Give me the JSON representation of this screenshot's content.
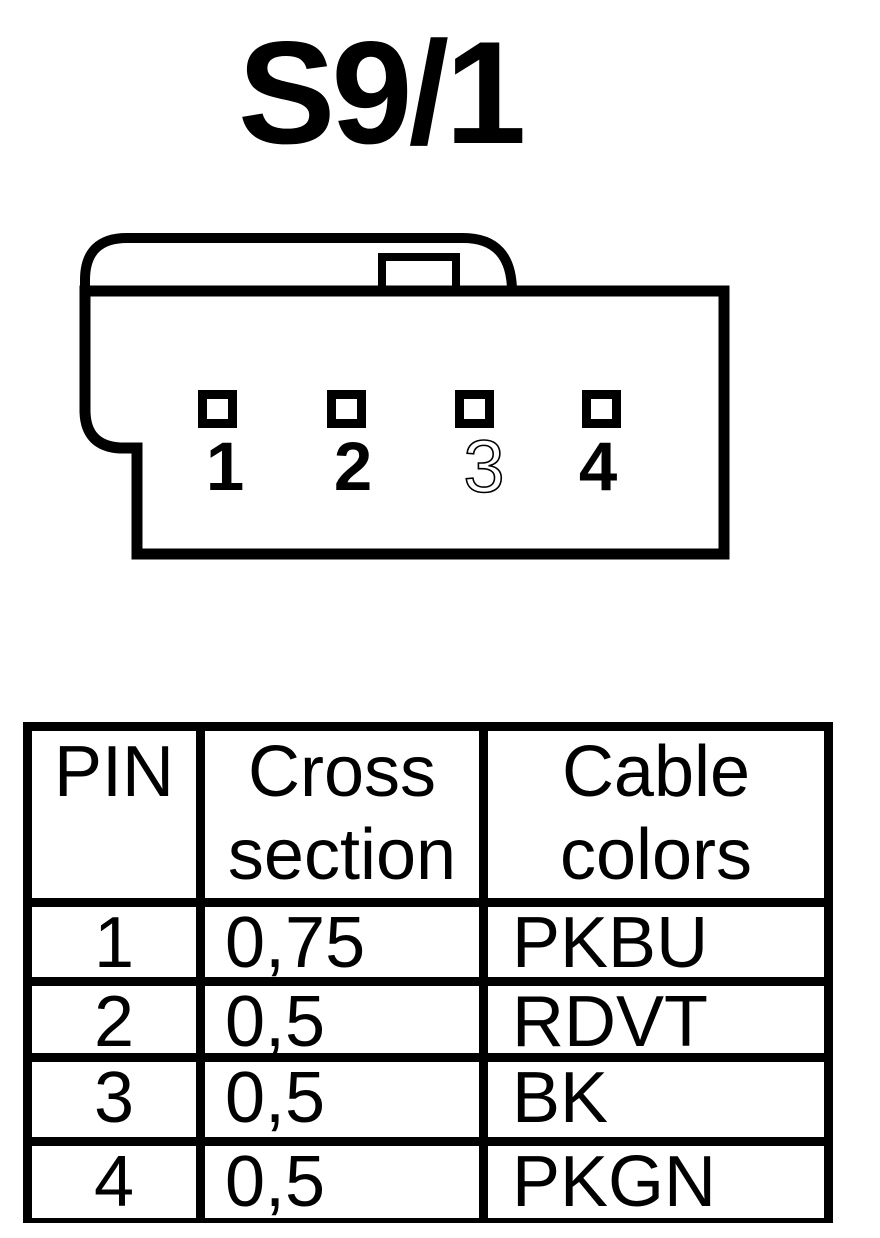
{
  "title": "S9/1",
  "colors": {
    "ink": "#000000",
    "background": "#ffffff"
  },
  "connector": {
    "pins": [
      {
        "number": "1",
        "style": "solid"
      },
      {
        "number": "2",
        "style": "solid"
      },
      {
        "number": "3",
        "style": "outline"
      },
      {
        "number": "4",
        "style": "solid"
      }
    ]
  },
  "table": {
    "headers": [
      "PIN",
      "Cross section",
      "Cable colors"
    ],
    "rows": [
      [
        "1",
        "0,75",
        "PKBU"
      ],
      [
        "2",
        "0,5",
        "RDVT"
      ],
      [
        "3",
        "0,5",
        "BK"
      ],
      [
        "4",
        "0,5",
        "PKGN"
      ]
    ]
  }
}
